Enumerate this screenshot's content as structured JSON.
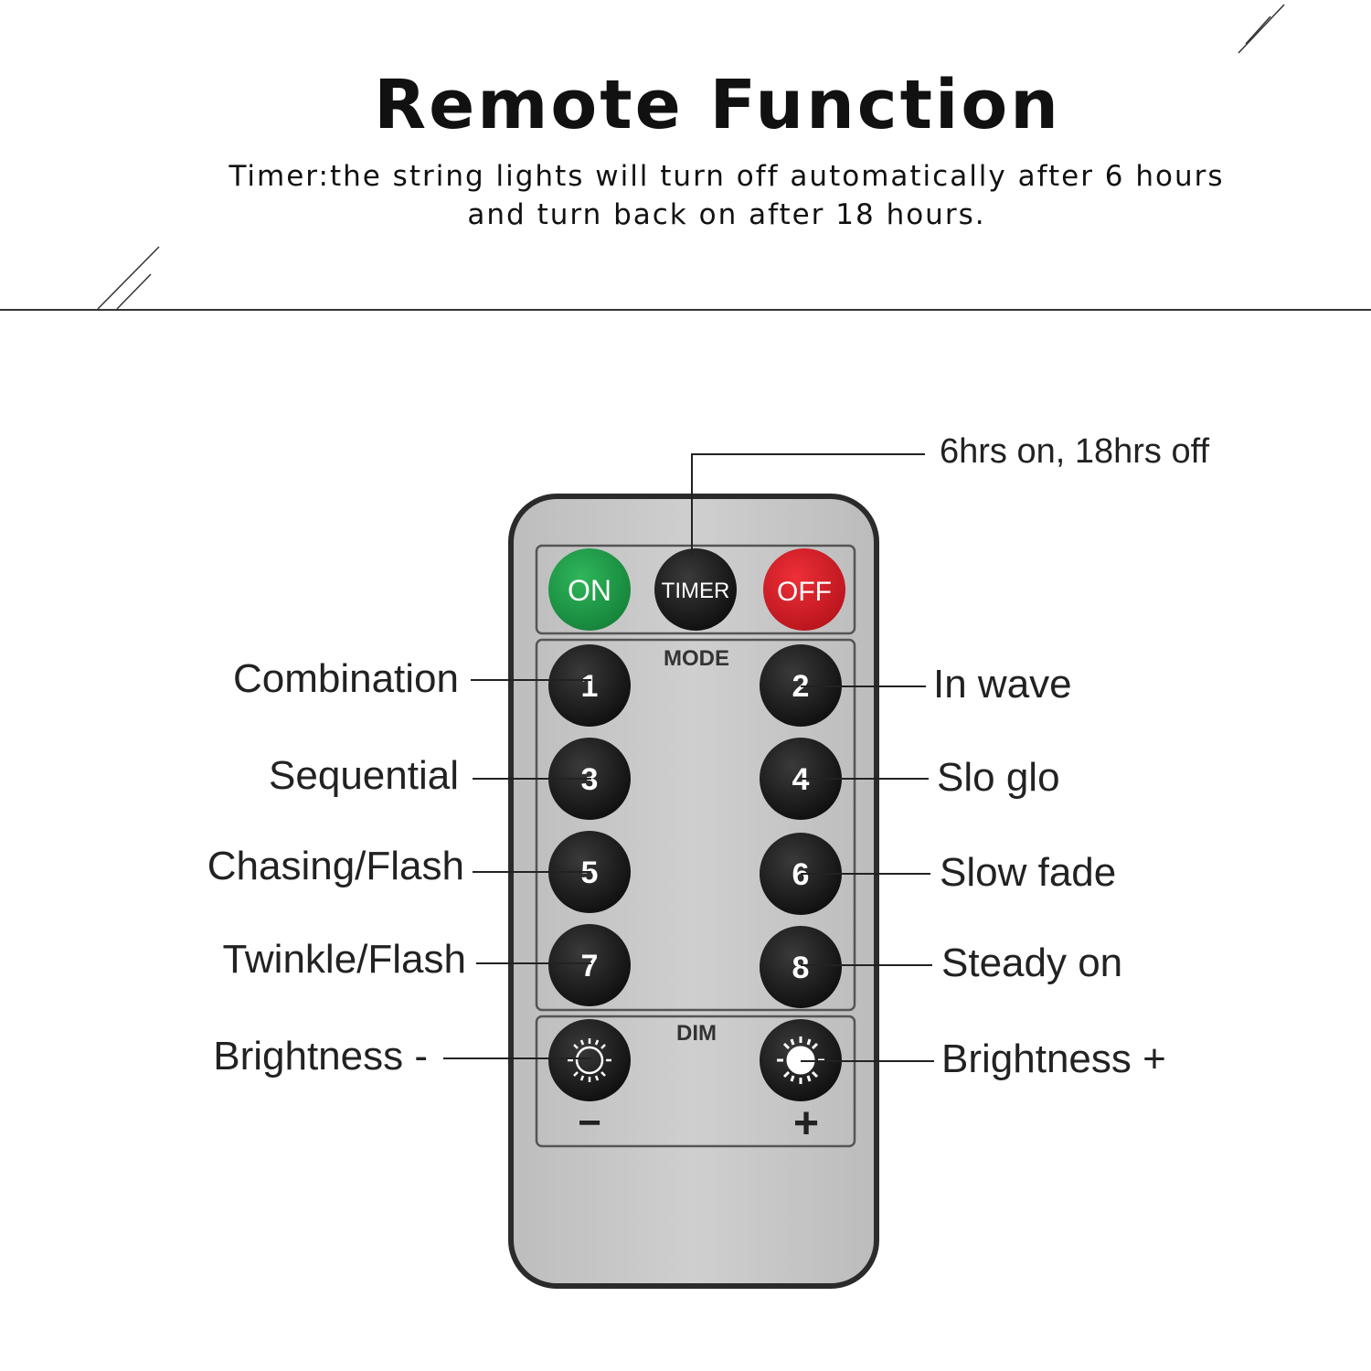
{
  "header": {
    "title": "Remote Function",
    "subtitle_line1": "Timer:the string lights will turn off automatically after 6 hours",
    "subtitle_line2": "and turn back on after 18 hours."
  },
  "remote": {
    "power_buttons": {
      "on": "ON",
      "timer": "TIMER",
      "off": "OFF"
    },
    "mode_section_label": "MODE",
    "mode_buttons": [
      "1",
      "2",
      "3",
      "4",
      "5",
      "6",
      "7",
      "8"
    ],
    "dim_section_label": "DIM",
    "dim_minus": "−",
    "dim_plus": "+"
  },
  "callouts": {
    "timer": "6hrs on, 18hrs off",
    "mode_1": "Combination",
    "mode_2": "In wave",
    "mode_3": "Sequential",
    "mode_4": "Slo glo",
    "mode_5": "Chasing/Flash",
    "mode_6": "Slow fade",
    "mode_7": "Twinkle/Flash",
    "mode_8": "Steady on",
    "dim_minus": "Brightness -",
    "dim_plus": "Brightness +"
  },
  "colors": {
    "on_button": "#1f9a4a",
    "off_button": "#d6202a",
    "key_button": "#1a1a1a",
    "remote_body": "#c4c4c4",
    "remote_border": "#2b2b2b"
  },
  "icons": [
    "sun-outline-icon",
    "sun-filled-icon"
  ]
}
